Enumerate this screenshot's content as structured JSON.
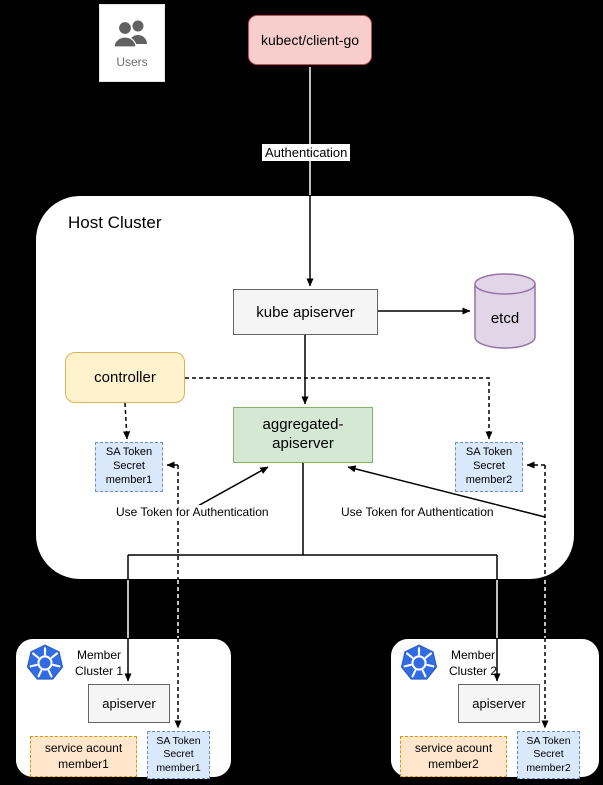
{
  "colors": {
    "background": "#000000",
    "pink_fill": "#f8cecc",
    "pink_stroke": "#b85450",
    "yellow_fill": "#fff2cc",
    "yellow_stroke": "#d6b656",
    "green_fill": "#d5e8d4",
    "green_stroke": "#82b366",
    "blue_fill": "#dae8fc",
    "blue_stroke": "#6c8ebf",
    "orange_fill": "#ffe6cc",
    "orange_stroke": "#d79b00",
    "purple_fill": "#e1d5e7",
    "purple_stroke": "#9673a6",
    "gray_fill": "#f5f5f5",
    "gray_stroke": "#666666",
    "kubernetes_blue": "#326ce5"
  },
  "top": {
    "users_label": "Users",
    "client_label": "kubect/client-go",
    "auth_label": "Authentication"
  },
  "host_cluster": {
    "title": "Host Cluster",
    "kube_apiserver_label": "kube apiserver",
    "etcd_label": "etcd",
    "controller_label": "controller",
    "aggregated_lines": [
      "aggregated-",
      "apiserver"
    ],
    "sa_token_member1_lines": [
      "SA Token",
      "Secret",
      "member1"
    ],
    "sa_token_member2_lines": [
      "SA Token",
      "Secret",
      "member2"
    ],
    "use_token_label": "Use Token for Authentication"
  },
  "member_cluster_1": {
    "title_lines": [
      "Member",
      "Cluster 1"
    ],
    "apiserver_label": "apiserver",
    "service_account_lines": [
      "service acount",
      "member1"
    ],
    "sa_token_lines": [
      "SA Token",
      "Secret",
      "member1"
    ]
  },
  "member_cluster_2": {
    "title_lines": [
      "Member",
      "Cluster 2"
    ],
    "apiserver_label": "apiserver",
    "service_account_lines": [
      "service acount",
      "member2"
    ],
    "sa_token_lines": [
      "SA Token",
      "Secret",
      "member2"
    ]
  },
  "icons": {
    "users": "users-icon",
    "kubernetes_logo": "kubernetes-logo-icon"
  }
}
